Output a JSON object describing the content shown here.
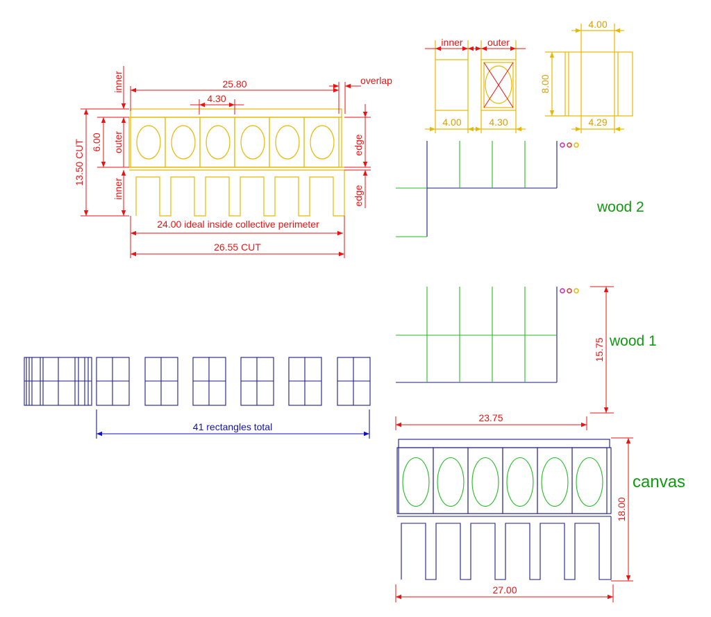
{
  "top": {
    "dim_25_80": "25.80",
    "dim_4_30": "4.30",
    "dim_13_50": "13.50 CUT",
    "dim_6_00": "6.00",
    "lbl_inner_top": "inner",
    "lbl_outer": "outer",
    "lbl_inner_bottom": "inner",
    "lbl_overlap": "overlap",
    "lbl_edge_1": "edge",
    "lbl_edge_2": "edge",
    "dim_24_00": "24.00 ideal inside collective perimeter",
    "dim_26_55": "26.55 CUT"
  },
  "pieces": {
    "lbl_inner": "inner",
    "lbl_outer": "outer",
    "dim_inner_w": "4.00",
    "dim_outer_w": "4.30",
    "dim_top_4": "4.00",
    "dim_8": "8.00",
    "dim_4_29": "4.29"
  },
  "wood2": {
    "label": "wood 2"
  },
  "wood1": {
    "label": "wood 1",
    "dim_height": "15.75",
    "dim_width": "23.75"
  },
  "rects": {
    "label": "41 rectangles total"
  },
  "canvas": {
    "label": "canvas",
    "dim_height": "18.00",
    "dim_width": "27.00"
  },
  "colors": {
    "dimension": "#ee1111",
    "yellow_geometry": "#e8b800",
    "blue_geometry": "#1a1a8a",
    "green_geometry": "#22bb22",
    "green_text": "#119911"
  }
}
